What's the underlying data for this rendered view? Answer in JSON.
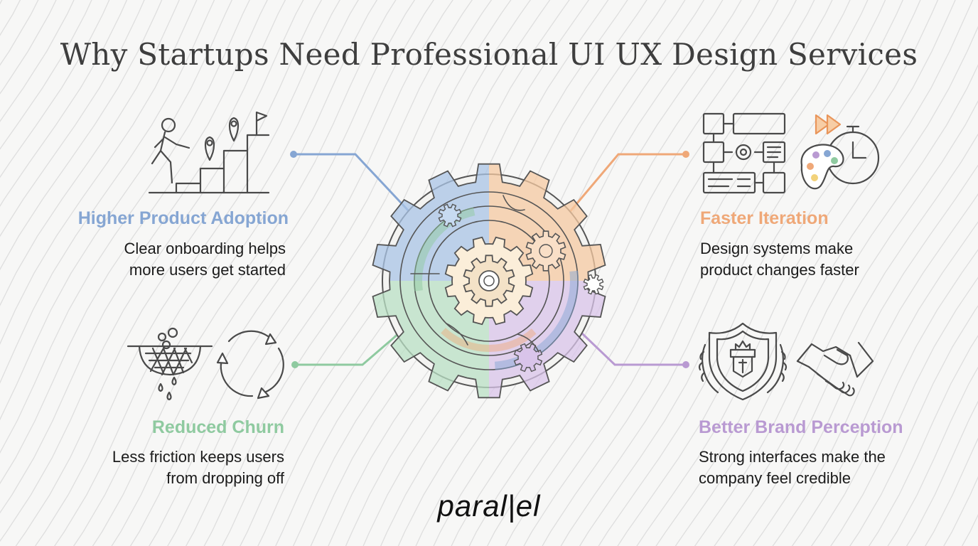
{
  "title": "Why Startups Need Professional UI UX Design Services",
  "benefits": [
    {
      "heading": "Higher Product Adoption",
      "line1": "Clear onboarding helps",
      "line2": "more users get started",
      "color": "#86a6d3",
      "icon": "staircase-progress-icon"
    },
    {
      "heading": "Faster Iteration",
      "line1": "Design systems make",
      "line2": "product changes faster",
      "color": "#efa878",
      "icon": "workflow-palette-timer-icon"
    },
    {
      "heading": "Reduced Churn",
      "line1": "Less friction keeps users",
      "line2": "from dropping off",
      "color": "#8fcaa0",
      "icon": "sieve-cycle-icon"
    },
    {
      "heading": "Better Brand Perception",
      "line1": "Strong interfaces make the",
      "line2": "company feel credible",
      "color": "#b99ad2",
      "icon": "shield-handshake-icon"
    }
  ],
  "center_icon": "gear-cluster-icon",
  "logo": "paral|el"
}
